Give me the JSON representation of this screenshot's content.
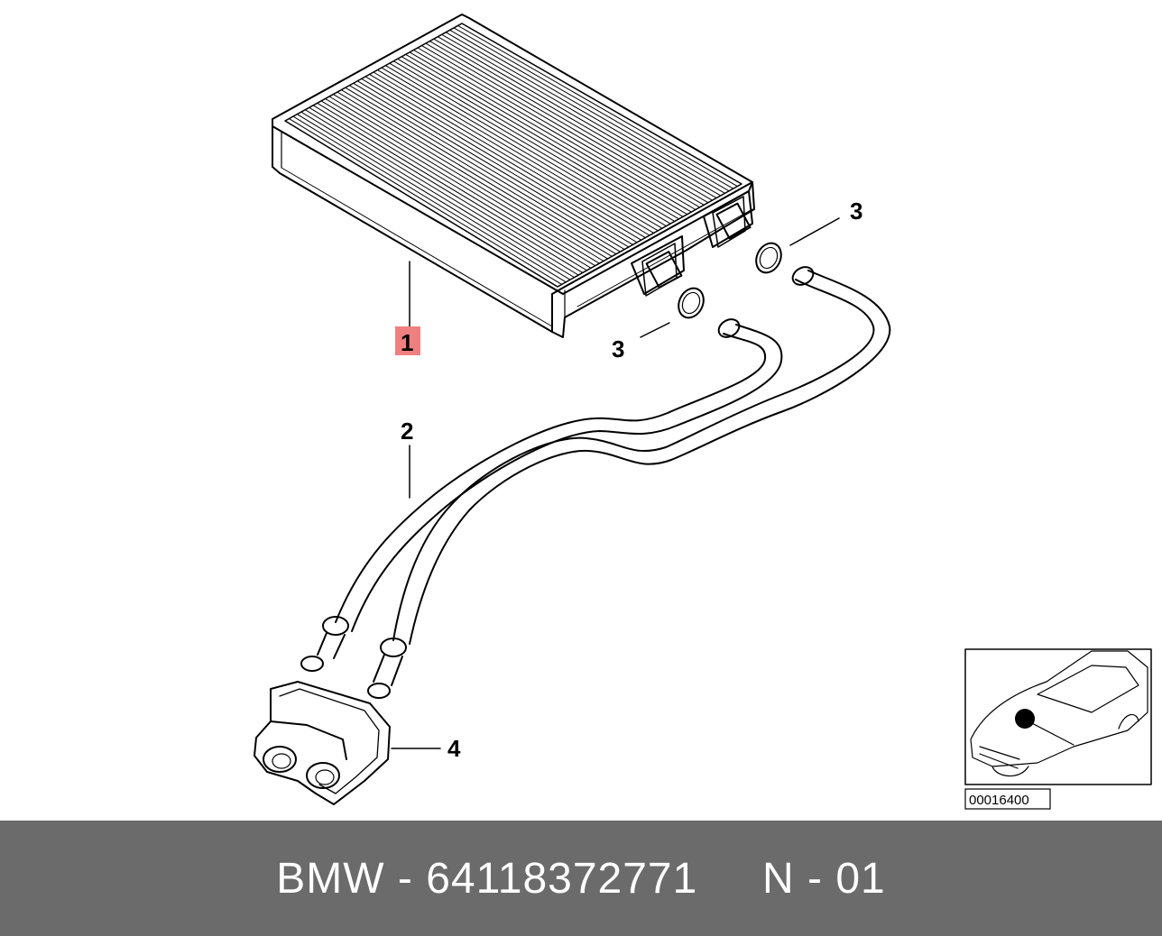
{
  "diagram": {
    "callouts": {
      "heater_core": "1",
      "hose_pipe": "2",
      "o_ring_upper": "3",
      "o_ring_lower": "3",
      "gasket": "4"
    },
    "highlight_color": "#f08080",
    "inset": {
      "code": "00016400",
      "marker_icon": "location-dot-icon",
      "car_icon": "sedan-outline-icon"
    }
  },
  "footer": {
    "brand": "BMW",
    "separator": "-",
    "part_number": "64118372771",
    "note": "N - 01",
    "background": "#6b6b6b"
  }
}
